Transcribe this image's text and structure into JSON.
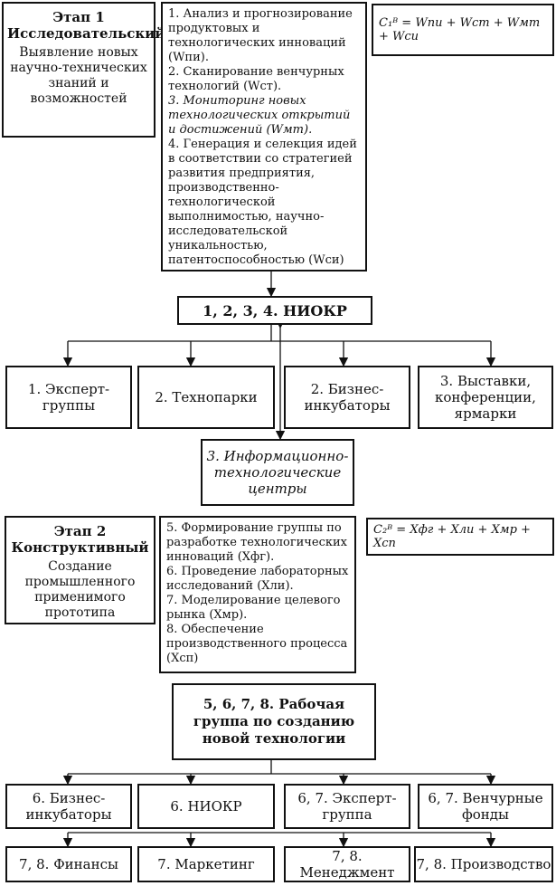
{
  "stage1": {
    "title": "Этап 1",
    "subtitle": "Исследовательский",
    "text": "Выявление новых научно-технических знаний и возможностей"
  },
  "list1": {
    "items": [
      "1. Анализ и прогнозирование продуктовых и технологических инноваций (Wпи).",
      "2. Сканирование венчурных технологий (Wст).",
      "3. Мониторинг новых технологических открытий и достижений (Wмт).",
      "4. Генерация и селекция идей в соответствии со стратегией развития предприятия, производственно-технологической выполнимостью, научно-исследовательской уникальностью, патентоспособностью (Wси)"
    ]
  },
  "formula1": "C₁ᴮ = Wпи + Wст + Wмт + Wси",
  "niokr": "1, 2, 3, 4. НИОКР",
  "row1": [
    "1. Эксперт-группы",
    "2. Технопарки",
    "2. Бизнес-инкубаторы",
    "3. Выставки, конференции, ярмарки"
  ],
  "info_centers": "3. Информационно-технологические центры",
  "stage2": {
    "title": "Этап 2",
    "subtitle": "Конструктивный",
    "text": "Создание промышленного применимого прототипа"
  },
  "list2": {
    "items": [
      "5. Формирование группы по разработке технологических инноваций (Xфг).",
      "6. Проведение лабораторных исследований (Xли).",
      "7. Моделирование целевого рынка (Xмр).",
      "8. Обеспечение производственного процесса (Xсп)"
    ]
  },
  "formula2": "C₂ᴮ = Xфг + Xли + Xмр + Xсп",
  "workgroup": "5, 6, 7, 8. Рабочая группа по созданию новой технологии",
  "row2": [
    "6. Бизнес-инкубаторы",
    "6. НИОКР",
    "6, 7. Эксперт-группа",
    "6, 7. Венчурные фонды"
  ],
  "row3": [
    "7, 8. Финансы",
    "7. Маркетинг",
    "7, 8. Менеджмент",
    "7, 8. Производство"
  ]
}
